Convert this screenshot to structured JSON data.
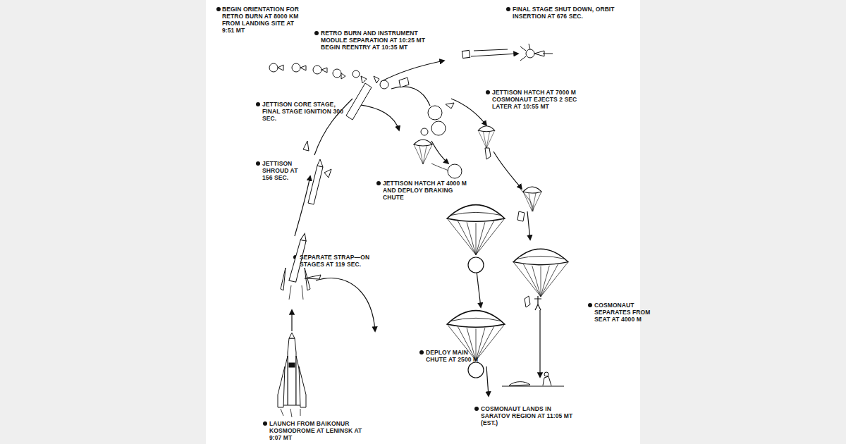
{
  "diagram": {
    "labels": [
      "BEGIN ORIENTATION FOR RETRO BURN AT 8000 KM FROM LANDING SITE AT 9:51 MT",
      "RETRO BURN AND INSTRUMENT MODULE SEPARATION AT 10:25 MT BEGIN REENTRY AT 10:35 MT",
      "FINAL STAGE SHUT DOWN, ORBIT INSERTION AT 676 SEC.",
      "JETTISON CORE STAGE, FINAL STAGE IGNITION 300 SEC.",
      "JETTISON HATCH AT 7000 M COSMONAUT EJECTS 2 SEC LATER AT 10:55 MT",
      "JETTISON SHROUD AT 156 SEC.",
      "JETTISON HATCH AT 4000 M AND DEPLOY BRAKING CHUTE",
      "SEPARATE STRAP—ON STAGES AT 119 SEC.",
      "COSMONAUT SEPARATES FROM SEAT AT 4000 M",
      "DEPLOY MAIN CHUTE AT 2500 M",
      "LAUNCH FROM BAIKONUR KOSMODROME AT LENINSK AT 9:07 MT",
      "COSMONAUT LANDS IN SARATOV REGION AT 11:05 MT (EST.)"
    ]
  }
}
